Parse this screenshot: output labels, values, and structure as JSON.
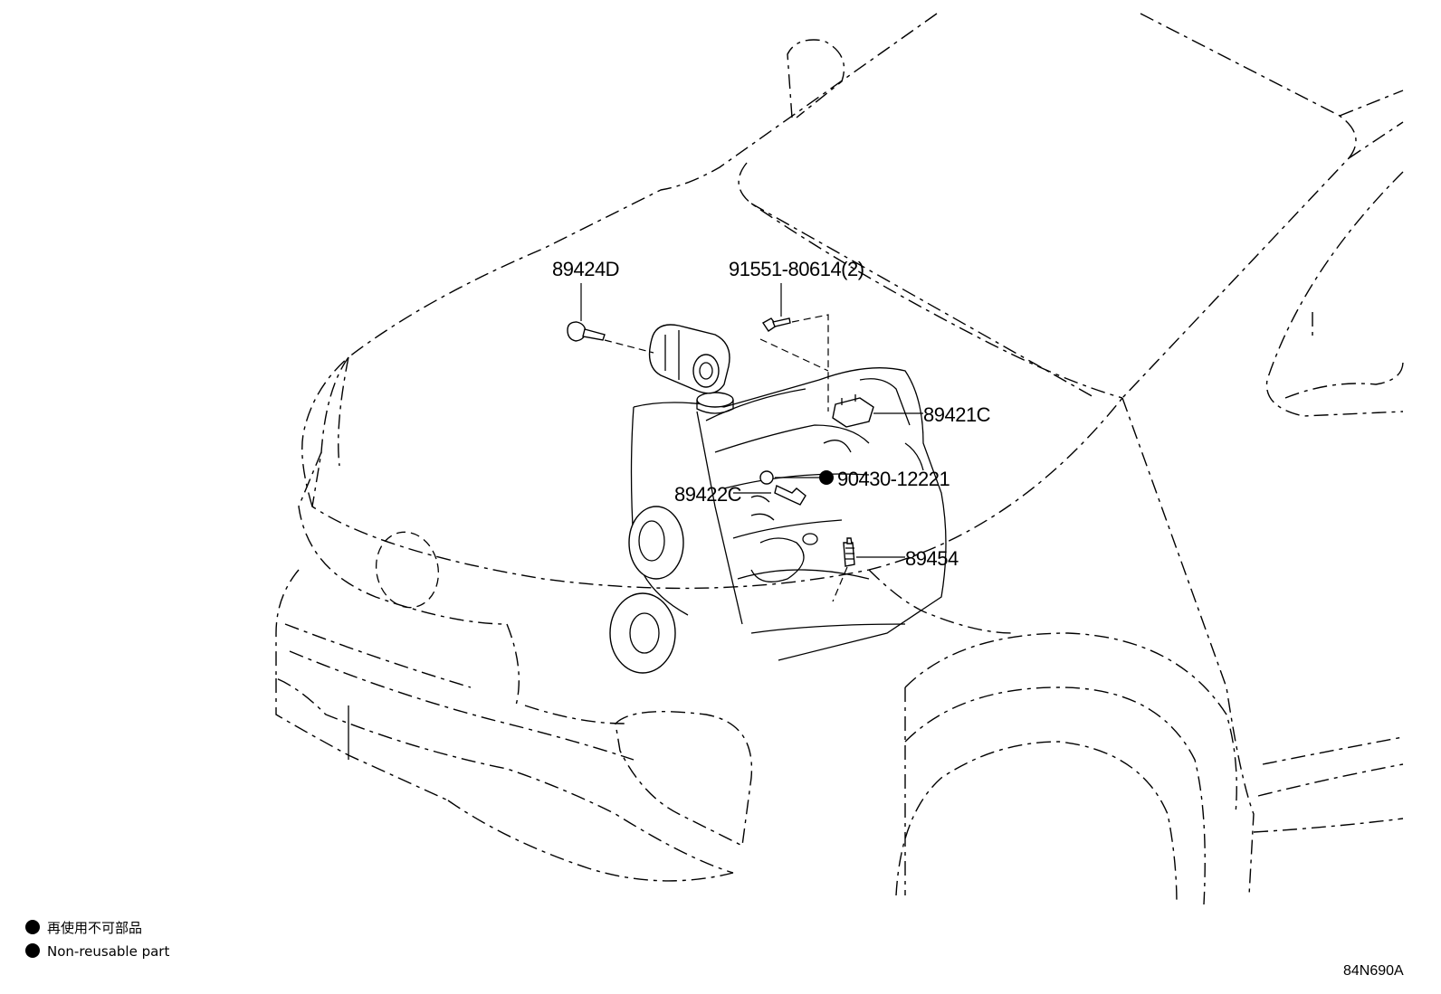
{
  "diagram": {
    "parts": [
      {
        "key": "p1",
        "label": "89424D"
      },
      {
        "key": "p2",
        "label": "91551-80614(2)"
      },
      {
        "key": "p3",
        "label": "89421C"
      },
      {
        "key": "p4",
        "label": "90430-12221",
        "non_reusable": true
      },
      {
        "key": "p5",
        "label": "89422C"
      },
      {
        "key": "p6",
        "label": "89454"
      }
    ],
    "legend": [
      {
        "symbol": "filled-circle",
        "text": "再使用不可部品"
      },
      {
        "symbol": "filled-circle",
        "text": "Non-reusable part"
      }
    ],
    "catalog_code": "84N690A"
  }
}
